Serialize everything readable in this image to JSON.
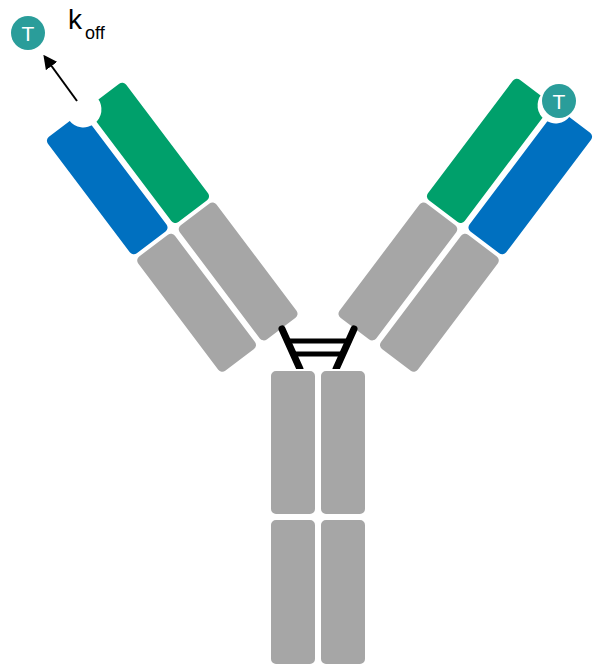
{
  "diagram": {
    "nodes": [
      {
        "text": [
          "T"
        ]
      },
      {
        "text": [
          "T"
        ]
      }
    ],
    "labels": [
      "k",
      "off"
    ]
  }
}
